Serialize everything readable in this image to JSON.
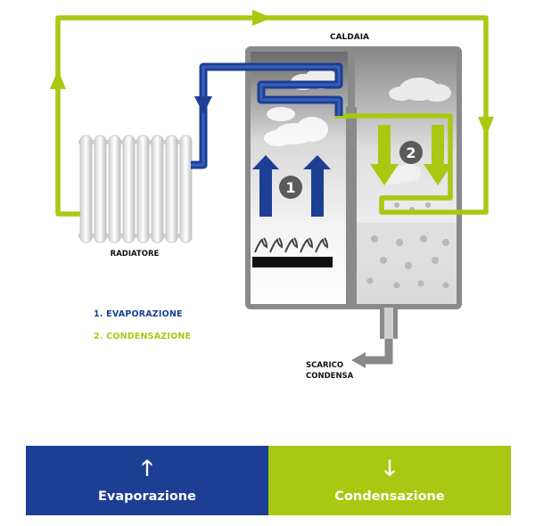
{
  "colors": {
    "blue": "#1c3f94",
    "green": "#a9c812",
    "frame": "#8a8a8a"
  },
  "labels": {
    "caldaia": "CALDAIA",
    "radiatore": "RADIATORE",
    "scarico_line1": "SCARICO",
    "scarico_line2": "CONDENSA",
    "marker1": "1",
    "marker2": "2"
  },
  "legend": {
    "item1": "1. EVAPORAZIONE",
    "item2": "2. CONDENSAZIONE"
  },
  "tabs": [
    {
      "label": "Evaporazione",
      "icon": "arrow-up-icon",
      "glyph": "🡑"
    },
    {
      "label": "Condensazione",
      "icon": "arrow-down-icon",
      "glyph": "🡓"
    }
  ]
}
